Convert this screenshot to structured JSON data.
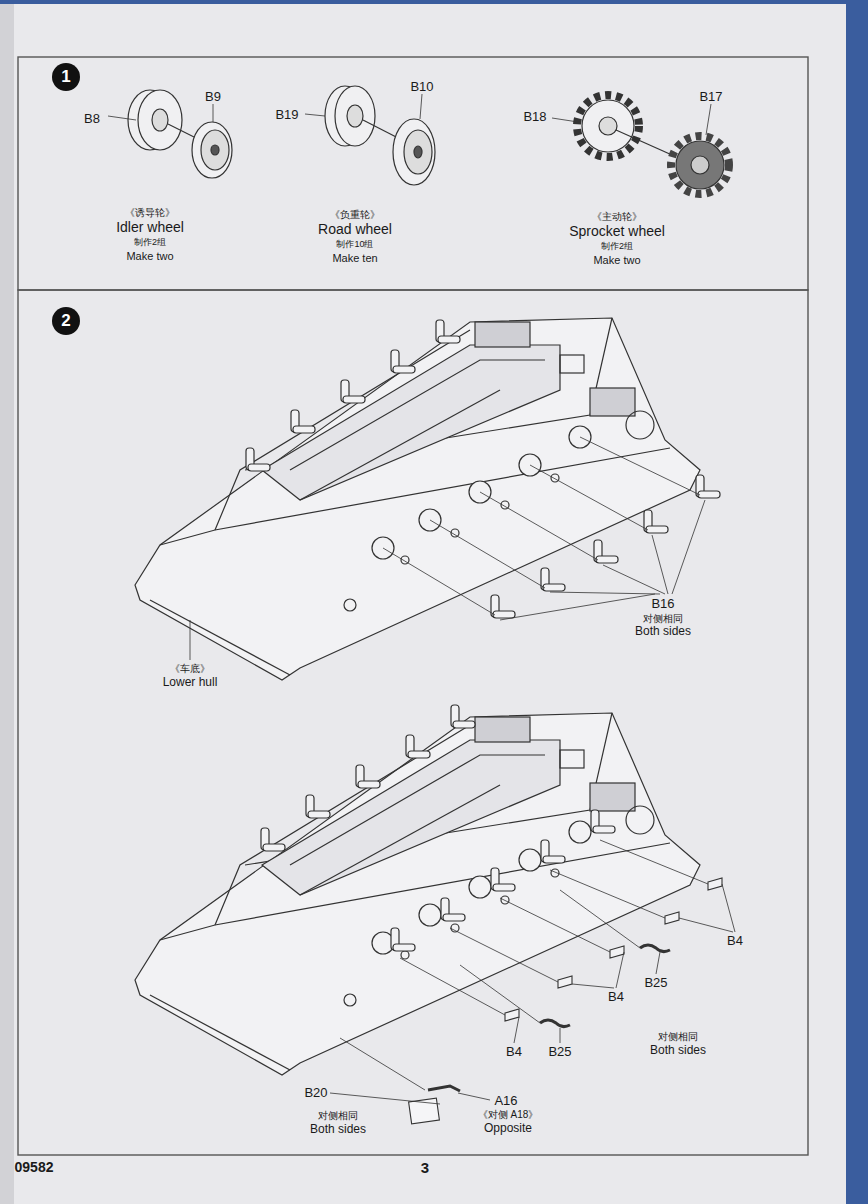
{
  "diagram": {
    "nodes": [
      {
        "text": [
          "1"
        ]
      },
      {
        "text": [
          "2"
        ]
      }
    ],
    "labels": [
      "B8",
      "B9",
      "《诱导轮》",
      "Idler wheel",
      "制作2组",
      "Make two",
      "B19",
      "B10",
      "《负重轮》",
      "Road wheel",
      "制作10组",
      "Make ten",
      "B18",
      "B17",
      "《主动轮》",
      "Sprocket wheel",
      "制作2组",
      "Make two",
      "B16",
      "对侧相同",
      "Both sides",
      "《车底》",
      "Lower hull",
      "B4",
      "B4",
      "B4",
      "B25",
      "B25",
      "对侧相同",
      "Both sides",
      "B20",
      "对侧相同",
      "Both sides",
      "A16",
      "《对侧 A18》",
      "Opposite",
      "09582",
      "3"
    ]
  }
}
